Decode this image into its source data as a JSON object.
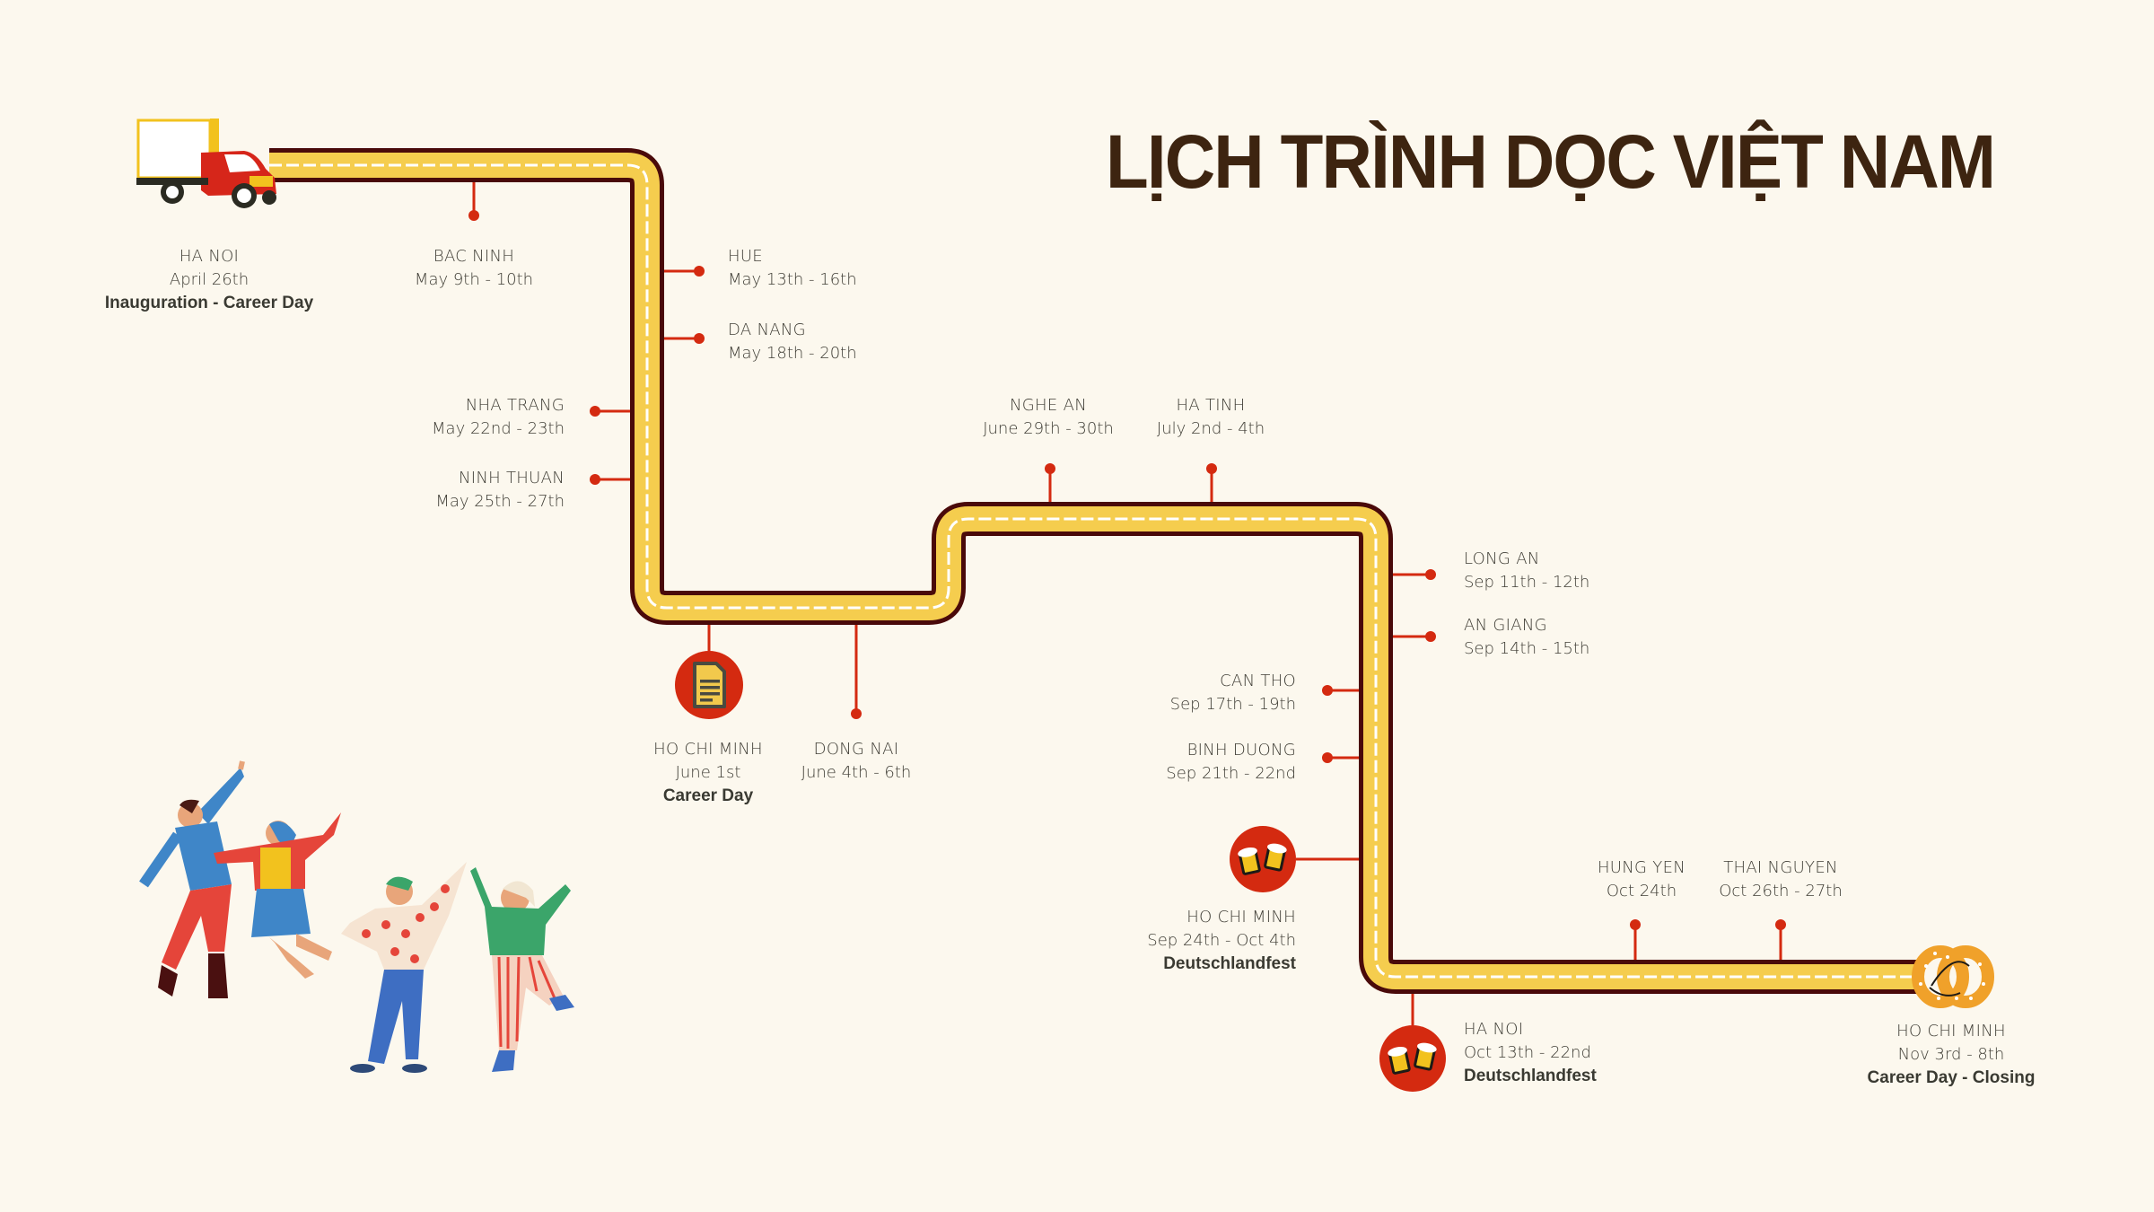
{
  "title": "LỊCH TRÌNH DỌC VIỆT NAM",
  "colors": {
    "background": "#fcf8ee",
    "road_fill": "#f5cd4e",
    "road_border": "#4a0a0a",
    "road_dash": "#ffffff",
    "marker": "#d42a10",
    "title": "#3d2410",
    "text": "#3f3d35"
  },
  "stops": [
    {
      "id": "ha-noi-start",
      "city": "HA NOI",
      "date": "April 26th",
      "event": "Inauguration - Career Day",
      "icon": "truck-icon"
    },
    {
      "id": "bac-ninh",
      "city": "BAC NINH",
      "date": "May 9th - 10th"
    },
    {
      "id": "hue",
      "city": "HUE",
      "date": "May 13th - 16th"
    },
    {
      "id": "da-nang",
      "city": "DA NANG",
      "date": "May 18th - 20th"
    },
    {
      "id": "nha-trang",
      "city": "NHA TRANG",
      "date": "May 22nd  - 23th"
    },
    {
      "id": "ninh-thuan",
      "city": "NINH THUAN",
      "date": "May 25th - 27th"
    },
    {
      "id": "ho-chi-minh-career",
      "city": "HO CHI MINH",
      "date": "June 1st",
      "event": "Career Day",
      "icon": "document-icon"
    },
    {
      "id": "dong-nai",
      "city": "DONG NAI",
      "date": "June 4th - 6th"
    },
    {
      "id": "nghe-an",
      "city": "NGHE AN",
      "date": "June 29th - 30th"
    },
    {
      "id": "ha-tinh",
      "city": "HA TINH",
      "date": "July 2nd - 4th"
    },
    {
      "id": "long-an",
      "city": "LONG AN",
      "date": "Sep 11th - 12th"
    },
    {
      "id": "an-giang",
      "city": "AN GIANG",
      "date": "Sep 14th - 15th"
    },
    {
      "id": "can-tho",
      "city": "CAN THO",
      "date": "Sep 17th - 19th"
    },
    {
      "id": "binh-duong",
      "city": "BINH DUONG",
      "date": "Sep 21th - 22nd"
    },
    {
      "id": "ho-chi-minh-fest",
      "city": "HO CHI MINH",
      "date": "Sep 24th - Oct 4th",
      "event": "Deutschlandfest",
      "icon": "beer-mugs-icon"
    },
    {
      "id": "ha-noi-fest",
      "city": "HA NOI",
      "date": "Oct 13th - 22nd",
      "event": "Deutschlandfest",
      "icon": "beer-mugs-icon"
    },
    {
      "id": "hung-yen",
      "city": "HUNG YEN",
      "date": "Oct 24th"
    },
    {
      "id": "thai-nguyen",
      "city": "THAI NGUYEN",
      "date": "Oct 26th  - 27th"
    },
    {
      "id": "ho-chi-minh-closing",
      "city": "HO CHI MINH",
      "date": "Nov 3rd  - 8th",
      "event": "Career Day - Closing",
      "icon": "pretzel-icon"
    }
  ],
  "illustration": "dancing-people"
}
